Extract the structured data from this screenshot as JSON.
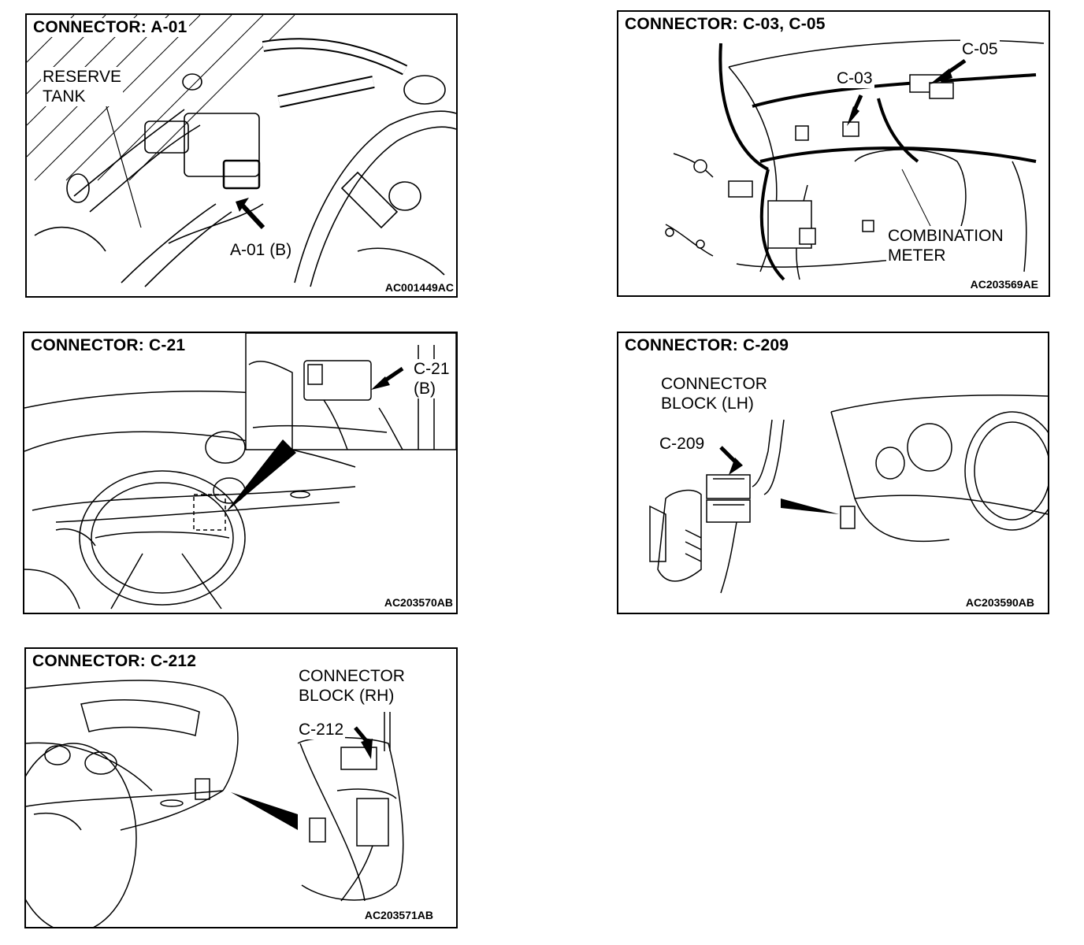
{
  "panels": {
    "a01": {
      "title": "CONNECTOR: A-01",
      "labels": {
        "reserve_tank": "RESERVE\nTANK",
        "connector": "A-01 (B)"
      },
      "code": "AC001449AC"
    },
    "c0305": {
      "title": "CONNECTOR: C-03, C-05",
      "labels": {
        "c05": "C-05",
        "c03": "C-03",
        "meter": "COMBINATION\nMETER"
      },
      "code": "AC203569AE"
    },
    "c21": {
      "title": "CONNECTOR: C-21",
      "labels": {
        "connector": "C-21\n(B)"
      },
      "code": "AC203570AB"
    },
    "c209": {
      "title": "CONNECTOR: C-209",
      "labels": {
        "block": "CONNECTOR\nBLOCK (LH)",
        "connector": "C-209"
      },
      "code": "AC203590AB"
    },
    "c212": {
      "title": "CONNECTOR: C-212",
      "labels": {
        "block": "CONNECTOR\nBLOCK (RH)",
        "connector": "C-212"
      },
      "code": "AC203571AB"
    }
  }
}
